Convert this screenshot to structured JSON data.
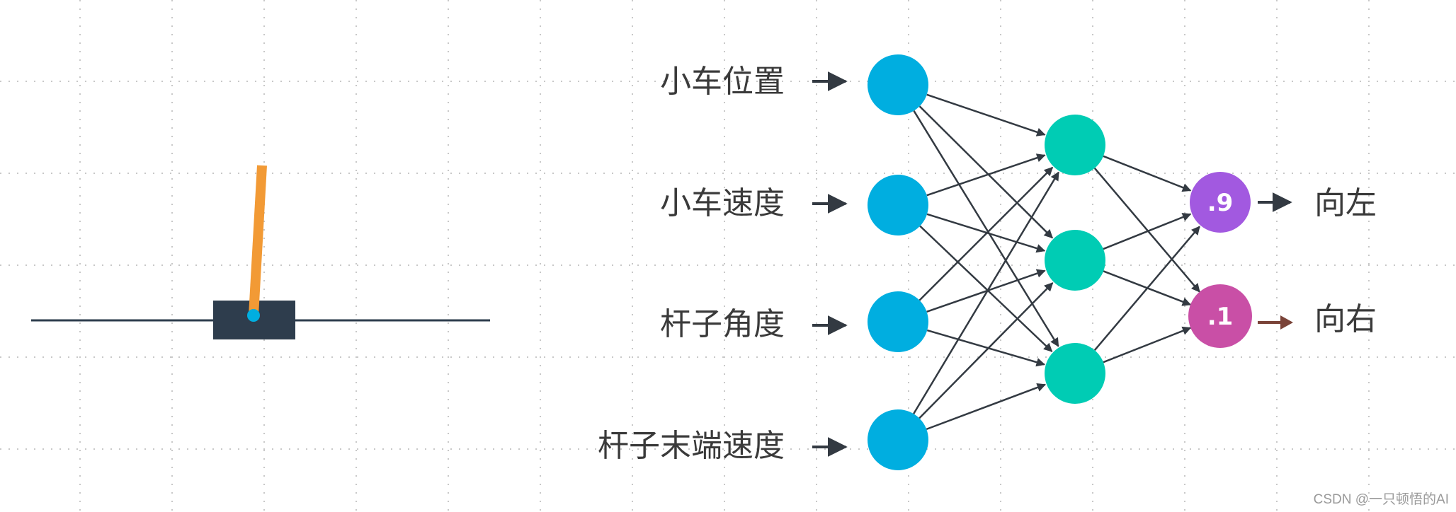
{
  "inputs": [
    {
      "label": "小车位置"
    },
    {
      "label": "小车速度"
    },
    {
      "label": "杆子角度"
    },
    {
      "label": "杆子末端速度"
    }
  ],
  "hidden_count": 3,
  "outputs": [
    {
      "value": ".9",
      "label": "向左",
      "color": "#a259e0",
      "arrow_color": "#333a42"
    },
    {
      "value": ".1",
      "label": "向右",
      "color": "#c94fa6",
      "arrow_color": "#7a4338"
    }
  ],
  "colors": {
    "input_node": "#00aee0",
    "hidden_node": "#00ccb4",
    "edge": "#333a42",
    "pole": "#f29a35",
    "cart": "#2e3d4d",
    "pivot": "#00aee0",
    "track": "#2e3d4d",
    "grid": "#c8c8c8"
  },
  "watermark": "CSDN @一只顿悟的AI"
}
